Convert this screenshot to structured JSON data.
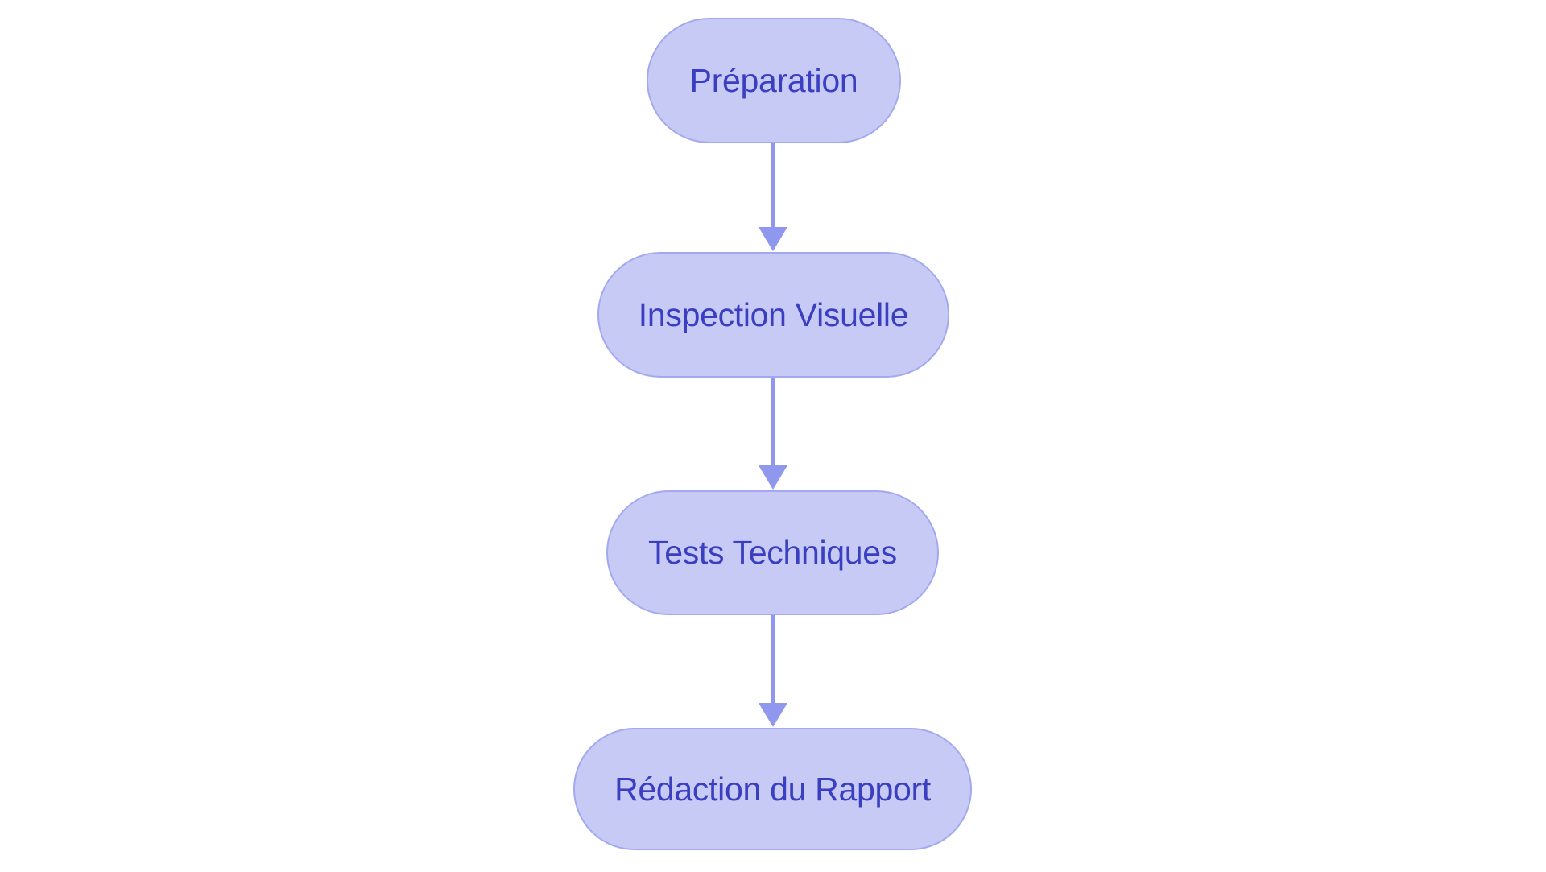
{
  "diagram": {
    "type": "flowchart",
    "direction": "top-down",
    "nodes": [
      {
        "id": "step-1",
        "label": "Préparation"
      },
      {
        "id": "step-2",
        "label": "Inspection Visuelle"
      },
      {
        "id": "step-3",
        "label": "Tests Techniques"
      },
      {
        "id": "step-4",
        "label": "Rédaction du Rapport"
      }
    ],
    "edges": [
      {
        "from": "Préparation",
        "to": "Inspection Visuelle",
        "style": "arrow-down"
      },
      {
        "from": "Inspection Visuelle",
        "to": "Tests Techniques",
        "style": "arrow-down"
      },
      {
        "from": "Tests Techniques",
        "to": "Rédaction du Rapport",
        "style": "arrow-down"
      }
    ],
    "colors": {
      "background": "#ffffff",
      "node_fill": "#c8caf6",
      "node_border": "#a3a9ef",
      "node_text": "#3a3fc1",
      "arrow": "#8f97ee"
    }
  }
}
